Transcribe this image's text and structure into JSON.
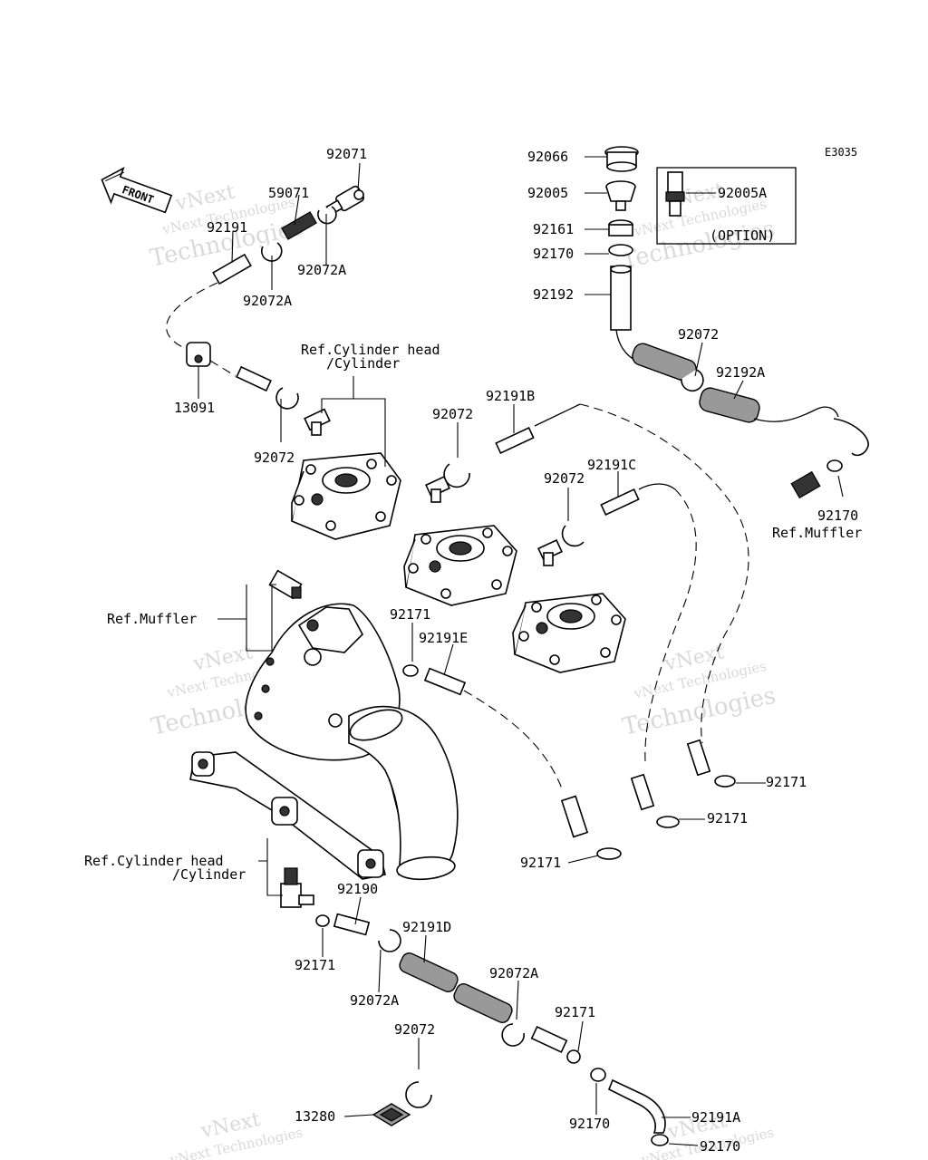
{
  "diagram_code": "E3035",
  "front_label": "FRONT",
  "option_label": "(OPTION)",
  "watermark": {
    "line1": "vNext",
    "line2": "vNext Technologies",
    "line3": "Technologies"
  },
  "parts": [
    {
      "id": "p92071",
      "text": "92071"
    },
    {
      "id": "p59071",
      "text": "59071"
    },
    {
      "id": "p92191_top",
      "text": "92191"
    },
    {
      "id": "p92072A_a",
      "text": "92072A"
    },
    {
      "id": "p92072A_b",
      "text": "92072A"
    },
    {
      "id": "p13091",
      "text": "13091"
    },
    {
      "id": "p92072_a",
      "text": "92072"
    },
    {
      "id": "ref_cyl_top_1",
      "text": "Ref.Cylinder head"
    },
    {
      "id": "ref_cyl_top_2",
      "text": "/Cylinder"
    },
    {
      "id": "p92066",
      "text": "92066"
    },
    {
      "id": "p92005",
      "text": "92005"
    },
    {
      "id": "p92005A",
      "text": "92005A"
    },
    {
      "id": "p92161",
      "text": "92161"
    },
    {
      "id": "p92170_a",
      "text": "92170"
    },
    {
      "id": "p92192",
      "text": "92192"
    },
    {
      "id": "p92072_b",
      "text": "92072"
    },
    {
      "id": "p92192A",
      "text": "92192A"
    },
    {
      "id": "p92191B",
      "text": "92191B"
    },
    {
      "id": "p92072_c",
      "text": "92072"
    },
    {
      "id": "p92191C",
      "text": "92191C"
    },
    {
      "id": "p92072_d",
      "text": "92072"
    },
    {
      "id": "p92170_b",
      "text": "92170"
    },
    {
      "id": "ref_muffler_r",
      "text": "Ref.Muffler"
    },
    {
      "id": "ref_muffler_l",
      "text": "Ref.Muffler"
    },
    {
      "id": "p92171_a",
      "text": "92171"
    },
    {
      "id": "p92191E",
      "text": "92191E"
    },
    {
      "id": "p92171_b",
      "text": "92171"
    },
    {
      "id": "p92171_c",
      "text": "92171"
    },
    {
      "id": "p92171_d",
      "text": "92171"
    },
    {
      "id": "ref_cyl_bot_1",
      "text": "Ref.Cylinder head"
    },
    {
      "id": "ref_cyl_bot_2",
      "text": "/Cylinder"
    },
    {
      "id": "p92190",
      "text": "92190"
    },
    {
      "id": "p92191D",
      "text": "92191D"
    },
    {
      "id": "p92171_e",
      "text": "92171"
    },
    {
      "id": "p92072A_c",
      "text": "92072A"
    },
    {
      "id": "p92072A_d",
      "text": "92072A"
    },
    {
      "id": "p92171_f",
      "text": "92171"
    },
    {
      "id": "p92072_e",
      "text": "92072"
    },
    {
      "id": "p13280",
      "text": "13280"
    },
    {
      "id": "p92170_c",
      "text": "92170"
    },
    {
      "id": "p92191A",
      "text": "92191A"
    },
    {
      "id": "p92170_d",
      "text": "92170"
    }
  ]
}
